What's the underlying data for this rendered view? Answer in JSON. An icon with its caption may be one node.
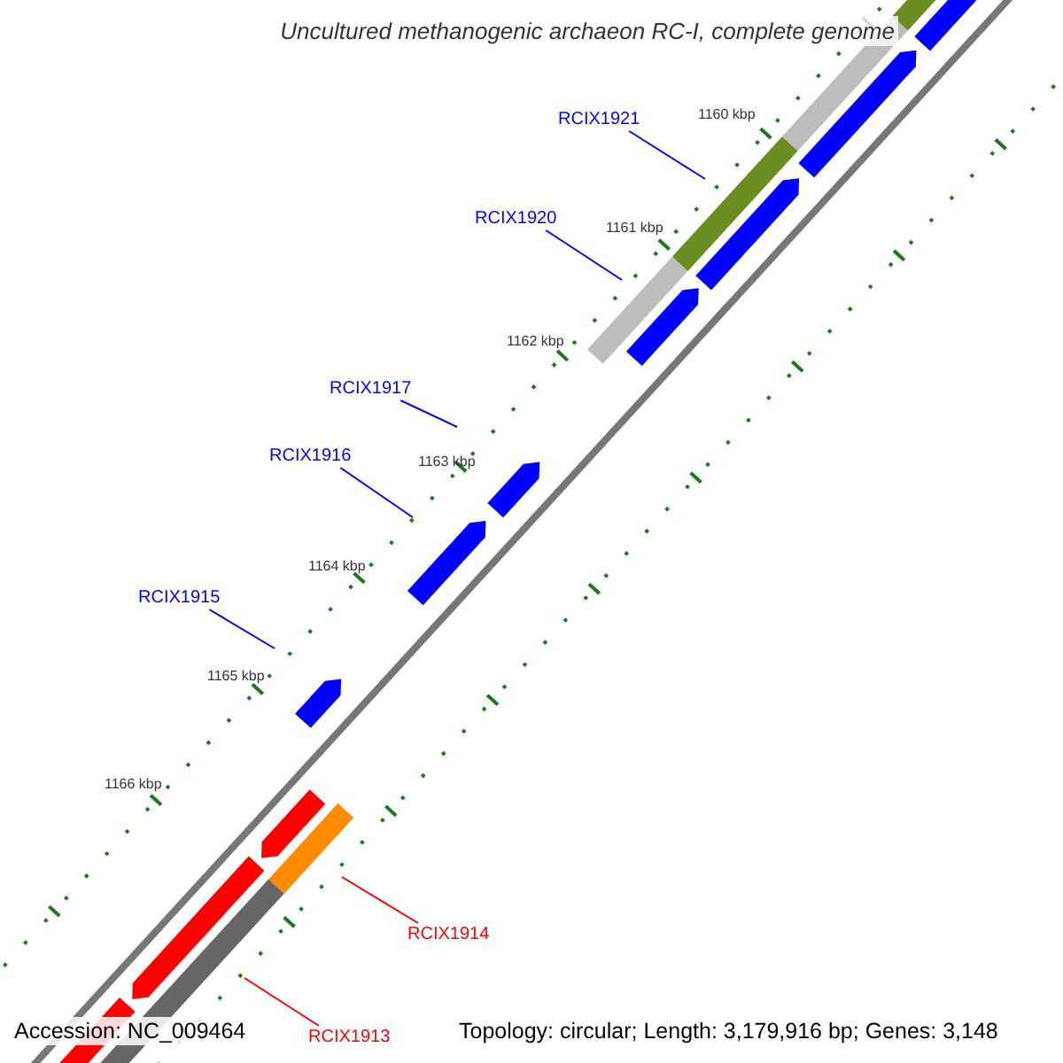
{
  "diagram": {
    "title": "Uncultured methanogenic archaeon RC-I, complete genome",
    "nodes": [
      {
        "text": [
          "RCIX1921"
        ]
      },
      {
        "text": [
          "RCIX1920"
        ]
      },
      {
        "text": [
          "RCIX1917"
        ]
      },
      {
        "text": [
          "RCIX1916"
        ]
      },
      {
        "text": [
          "RCIX1915"
        ]
      },
      {
        "text": [
          "RCIX1914"
        ]
      },
      {
        "text": [
          "RCIX1913"
        ]
      }
    ],
    "edges": [
      {
        "from": 0,
        "to": null,
        "arrow": "none"
      },
      {
        "from": 1,
        "to": null,
        "arrow": "none"
      },
      {
        "from": 2,
        "to": null,
        "arrow": "none"
      },
      {
        "from": 3,
        "to": null,
        "arrow": "none"
      },
      {
        "from": 4,
        "to": null,
        "arrow": "none"
      },
      {
        "from": 5,
        "to": null,
        "arrow": "none",
        "color": "#ff0000"
      },
      {
        "from": 6,
        "to": null,
        "arrow": "none",
        "color": "#ff0000"
      }
    ],
    "labels": [
      "1160 kbp",
      "1161 kbp",
      "1162 kbp",
      "1163 kbp",
      "1164 kbp",
      "1165 kbp",
      "1166 kbp",
      "Accession: NC_009464",
      "Topology: circular; Length: 3,179,916 bp; Genes: 3,148"
    ]
  }
}
